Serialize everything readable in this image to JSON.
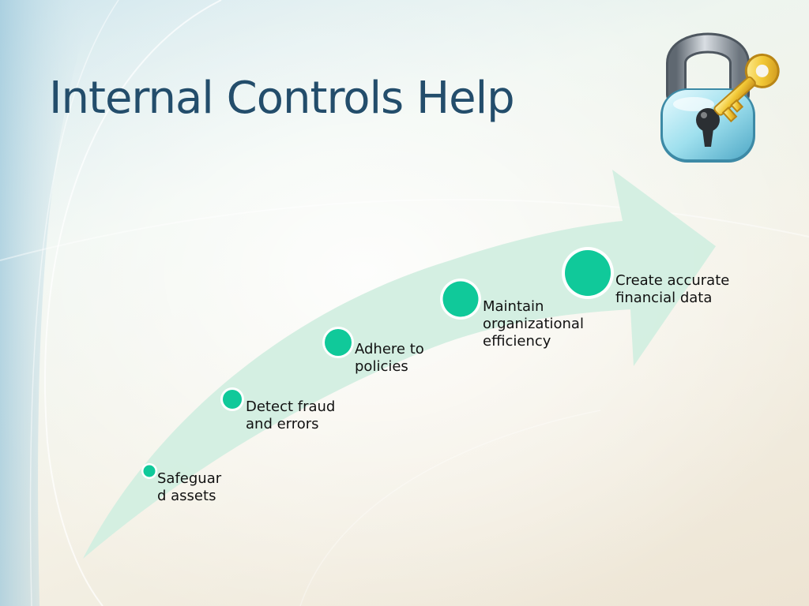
{
  "slide": {
    "title": "Internal Controls Help"
  },
  "steps": [
    {
      "label": "Safeguar\nd assets"
    },
    {
      "label": "Detect fraud and errors"
    },
    {
      "label": "Adhere to policies"
    },
    {
      "label": "Maintain organizational efficiency"
    },
    {
      "label": "Create accurate financial data"
    }
  ],
  "colors": {
    "title": "#234d6b",
    "dot": "#10c99a",
    "arrow": "#d2eee0"
  },
  "icons": {
    "illustration": "padlock-with-key-icon"
  }
}
